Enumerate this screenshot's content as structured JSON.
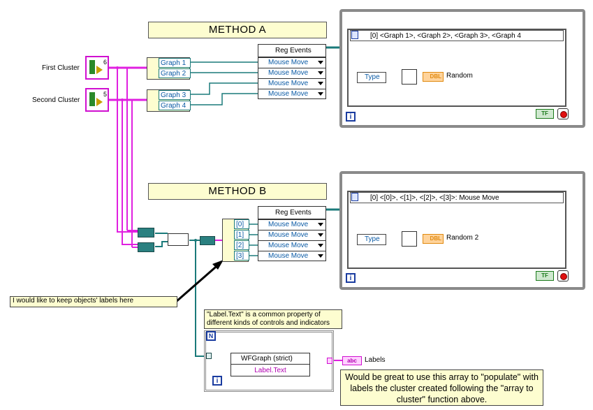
{
  "method_a": {
    "title": "METHOD A",
    "cluster_labels": [
      "First Cluster",
      "Second Cluster"
    ],
    "cluster_values": [
      "6",
      "5"
    ],
    "bundles": [
      [
        "Graph 1",
        "Graph 2"
      ],
      [
        "Graph 3",
        "Graph 4"
      ]
    ],
    "reg_events_label": "Reg Events",
    "events": [
      "Mouse Move",
      "Mouse Move",
      "Mouse Move",
      "Mouse Move"
    ],
    "case_selector": "[0] <Graph 1>, <Graph 2>, <Graph 3>, <Graph 4",
    "type_label": "Type",
    "random_label": "Random",
    "dbl": "DBL",
    "tf": "TF"
  },
  "method_b": {
    "title": "METHOD B",
    "indices": [
      "[0]",
      "[1]",
      "[2]",
      "[3]"
    ],
    "reg_events_label": "Reg Events",
    "events": [
      "Mouse Move",
      "Mouse Move",
      "Mouse Move",
      "Mouse Move"
    ],
    "case_selector": "[0] <[0]>, <[1]>, <[2]>, <[3]>: Mouse Move",
    "type_label": "Type",
    "random_label": "Random 2",
    "dbl": "DBL",
    "tf": "TF"
  },
  "comment_left": "I would like to keep objects' labels here",
  "comment_property": "\"Label.Text\"  is a common property of different kinds of controls and indicators",
  "for_loop": {
    "n_label": "N",
    "i_label": "i",
    "property_class": "WFGraph (strict)",
    "property_name": "Label.Text"
  },
  "labels_indicator": "Labels",
  "abc": "abc",
  "comment_bottom": "Would be great to use this array to \"populate\" with labels the cluster created following the \"array to cluster\" function above.",
  "colors": {
    "teal_wire": "#1a7a7a",
    "pink_wire": "#e020e0",
    "note_bg": "#fdfdd0",
    "loop_border": "#8a8a8a",
    "blue": "#0a5aa5"
  }
}
